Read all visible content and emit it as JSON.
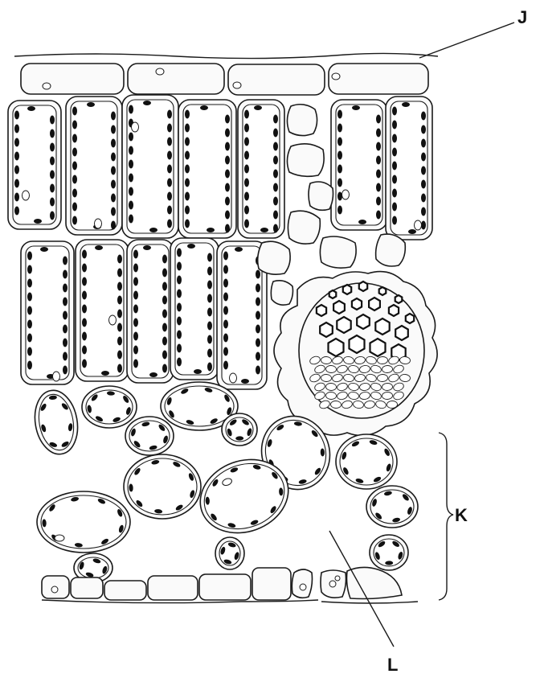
{
  "labels": {
    "j": "J",
    "k": "K",
    "l": "L"
  }
}
